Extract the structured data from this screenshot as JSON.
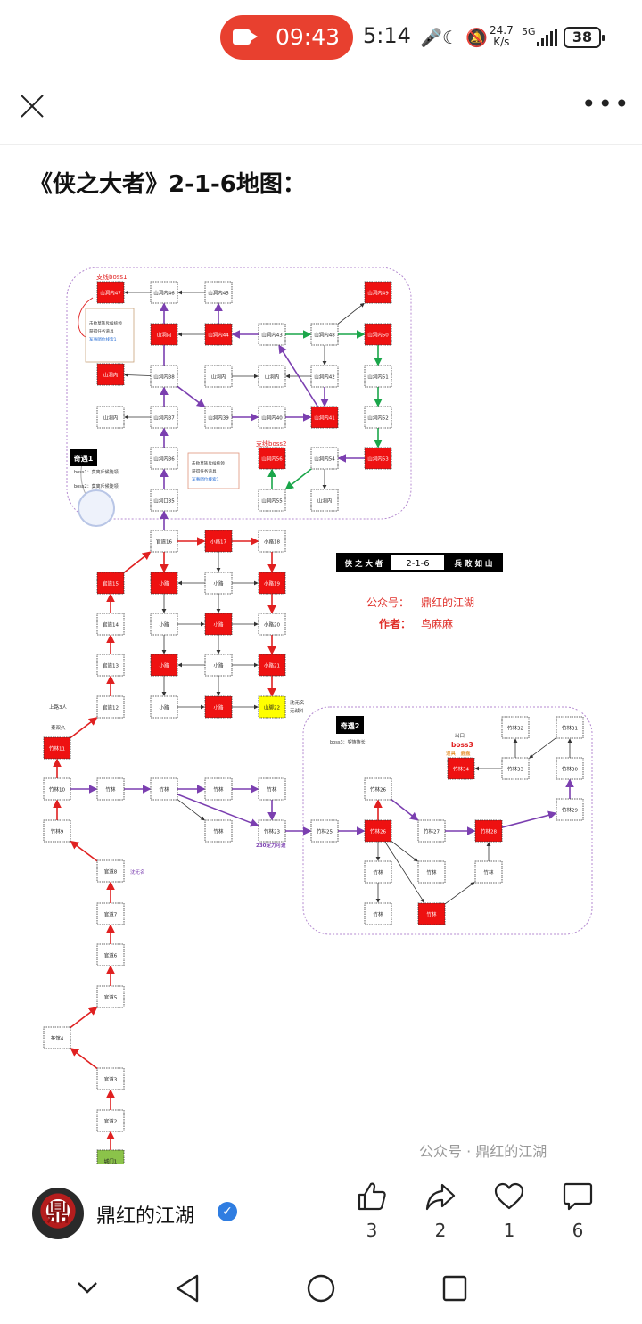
{
  "status_bar": {
    "recording_time": "09:43",
    "clock": "5:14",
    "net_speed_value": "24.7",
    "net_speed_unit": "K/s",
    "net_type": "5G",
    "battery": "38"
  },
  "article": {
    "title": "《侠之大者》2-1-6地图："
  },
  "map": {
    "title_parts": [
      "侠 之 大 者",
      "2-1-6",
      "兵 败 如 山"
    ],
    "official_account_label": "公众号：",
    "official_account_value": "鼎红的江湖",
    "author_label": "作者：",
    "author_value": "鸟麻麻",
    "encounter1": "奇遇1",
    "encounter2": "奇遇2",
    "boss_notes": [
      "boss1：莫离斥候陡领",
      "boss2：莫离斥候陡领",
      "boss3：契族族长"
    ],
    "side_boss1": "支线boss1",
    "side_boss2": "支线boss2",
    "boss3_title": "boss3",
    "boss3_item": "道具：蠢蠢",
    "exit_label": "出口",
    "quest_box1": [
      "击败莫族斥候统领",
      "获得任务道具",
      "军事哨位线索1"
    ],
    "quest_box2": [
      "击败莫族斥候统领",
      "获得任务道具",
      "军事哨位线索1"
    ],
    "note_upper3": "上路3人",
    "note_qinshuangjiu": "秦双久",
    "note_shenwuming": "沈无名",
    "note_shenwuming_nofight": [
      "沈无名",
      "无战斗"
    ],
    "note_power": "230定力可进",
    "watermark": "公众号 · 鼎红的江湖",
    "nodes": {
      "cave47": "山洞内47",
      "cave46": "山洞内46",
      "cave45": "山洞内45",
      "cave49": "山洞内49",
      "cave_a": "山洞内",
      "cave44": "山洞内44",
      "cave43": "山洞内43",
      "cave48": "山洞内48",
      "cave50": "山洞内50",
      "cave_b": "山洞内",
      "cave38": "山洞内38",
      "cave_c": "山洞内",
      "cave_d": "山洞内",
      "cave42": "山洞内42",
      "cave51": "山洞内51",
      "cave_e": "山洞内",
      "cave37": "山洞内37",
      "cave39": "山洞内39",
      "cave40": "山洞内40",
      "cave41": "山洞内41",
      "cave52": "山洞内52",
      "cave36": "山洞内36",
      "cave56": "山洞内56",
      "cave54": "山洞内54",
      "cave53": "山洞内53",
      "cave35": "山洞口35",
      "cave55": "山洞内55",
      "cave_f": "山洞内",
      "road16": "官道16",
      "road17": "小路17",
      "road18": "小路18",
      "road15": "官道15",
      "xl_a": "小路",
      "xl_b": "小路",
      "road19": "小路19",
      "road14": "官道14",
      "xl_c": "小路",
      "xl_d": "小路",
      "road20": "小路20",
      "road13": "官道13",
      "xl_e": "小路",
      "xl_f": "小路",
      "road21": "小路21",
      "road12": "官道12",
      "xl_g": "小路",
      "xl_h": "小路",
      "road22": "山脚22",
      "bamboo11": "竹林11",
      "bamboo10": "竹林10",
      "bamboo_a": "竹林",
      "bamboo_b": "竹林",
      "bamboo_c": "竹林",
      "bamboo_d": "竹林",
      "bamboo_e": "竹林",
      "bamboo23": "竹林23",
      "bamboo25": "竹林25",
      "bamboo9": "竹林9",
      "road8": "官道8",
      "road7": "官道7",
      "road6": "官道6",
      "road5": "官道5",
      "tea4": "茶馆4",
      "road3": "官道3",
      "road2": "官道2",
      "gate1": "城门1",
      "bamboo32": "竹林32",
      "bamboo31": "竹林31",
      "bamboo34": "竹林34",
      "bamboo33": "竹林33",
      "bamboo30": "竹林30",
      "bamboo26": "竹林26",
      "bamboo29": "竹林29",
      "bamboo26b": "竹林26",
      "bamboo27": "竹林27",
      "bamboo28": "竹林28",
      "bamboo_f": "竹林",
      "bamboo_g": "竹林",
      "bamboo_h": "竹林",
      "bamboo_i": "竹林",
      "bamboo_j": "竹林"
    }
  },
  "author_bar": {
    "avatar_char": "鼎",
    "name": "鼎红的江湖",
    "like_count": "3",
    "share_count": "2",
    "favorite_count": "1",
    "comment_count": "6"
  },
  "colors": {
    "red_node": "#ee1111",
    "yellow_node": "#ffff00",
    "green_node": "#8bc34a",
    "red_arrow": "#e02020",
    "purple_arrow": "#7b3fb0",
    "green_arrow": "#1aa64a",
    "recording_pill": "#e8402f",
    "verified": "#2f7de1"
  }
}
